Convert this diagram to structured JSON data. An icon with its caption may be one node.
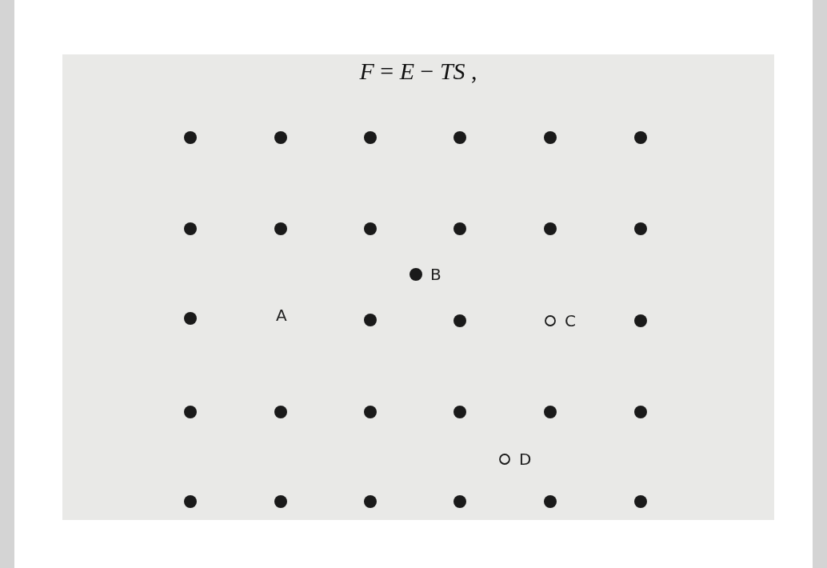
{
  "diagram": {
    "title": "*F* = *E* − *TS* ,",
    "nodes": [
      {
        "text": [],
        "shape": "dot"
      },
      {
        "text": [],
        "shape": "dot"
      },
      {
        "text": [],
        "shape": "dot"
      },
      {
        "text": [],
        "shape": "dot"
      },
      {
        "text": [],
        "shape": "dot"
      },
      {
        "text": [],
        "shape": "dot"
      },
      {
        "text": [],
        "shape": "dot"
      },
      {
        "text": [],
        "shape": "dot"
      },
      {
        "text": [],
        "shape": "dot"
      },
      {
        "text": [],
        "shape": "dot"
      },
      {
        "text": [],
        "shape": "dot"
      },
      {
        "text": [],
        "shape": "dot"
      },
      {
        "text": [],
        "shape": "dot",
        "beside": [
          "B"
        ]
      },
      {
        "text": [],
        "shape": "dot"
      },
      {
        "text": [],
        "shape": "dot"
      },
      {
        "text": [],
        "shape": "dot"
      },
      {
        "text": [],
        "shape": "circle",
        "beside": [
          "C"
        ]
      },
      {
        "text": [],
        "shape": "dot"
      },
      {
        "text": [],
        "shape": "dot"
      },
      {
        "text": [],
        "shape": "dot"
      },
      {
        "text": [],
        "shape": "dot"
      },
      {
        "text": [],
        "shape": "dot"
      },
      {
        "text": [],
        "shape": "dot"
      },
      {
        "text": [],
        "shape": "dot"
      },
      {
        "text": [],
        "shape": "circle",
        "beside": [
          "D"
        ]
      },
      {
        "text": [],
        "shape": "dot"
      },
      {
        "text": [],
        "shape": "dot"
      },
      {
        "text": [],
        "shape": "dot"
      },
      {
        "text": [],
        "shape": "dot"
      },
      {
        "text": [],
        "shape": "dot"
      },
      {
        "text": [],
        "shape": "dot"
      }
    ],
    "labels": [
      "A"
    ]
  }
}
